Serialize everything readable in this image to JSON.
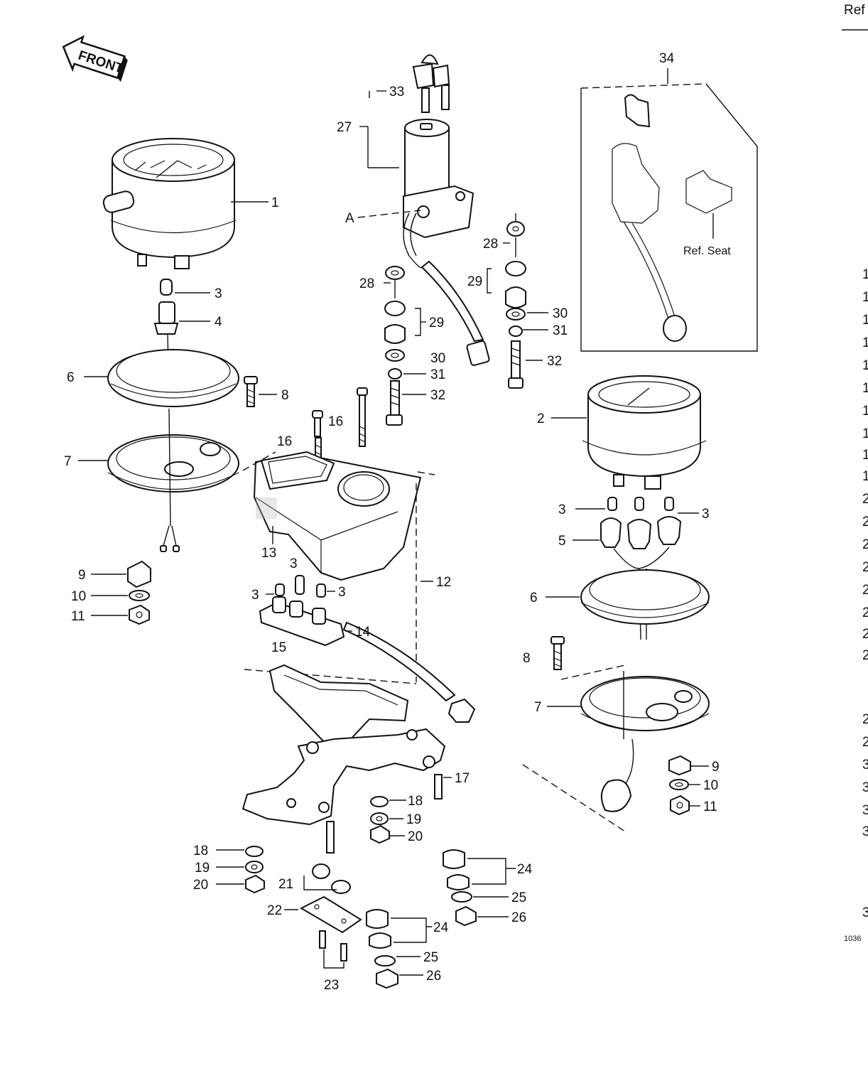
{
  "header": {
    "ref_partial": "Ref"
  },
  "front_badge": {
    "text": "FRONT"
  },
  "ref_seat": "Ref. Seat",
  "point_a": "A",
  "callouts": {
    "c1": "1",
    "c2": "2",
    "c3a": "3",
    "c3b": "3",
    "c3c": "3",
    "c3d": "3",
    "c3e": "3",
    "c3f": "3",
    "c4": "4",
    "c5": "5",
    "c6a": "6",
    "c6b": "6",
    "c7a": "7",
    "c7b": "7",
    "c8a": "8",
    "c8b": "8",
    "c9a": "9",
    "c9b": "9",
    "c10a": "10",
    "c10b": "10",
    "c11a": "11",
    "c11b": "11",
    "c12": "12",
    "c13": "13",
    "c14": "14",
    "c15": "15",
    "c16a": "16",
    "c16b": "16",
    "c17": "17",
    "c18a": "18",
    "c18b": "18",
    "c19a": "19",
    "c19b": "19",
    "c20a": "20",
    "c20b": "20",
    "c21": "21",
    "c22": "22",
    "c23": "23",
    "c24a": "24",
    "c24b": "24",
    "c25a": "25",
    "c25b": "25",
    "c26a": "26",
    "c26b": "26",
    "c27": "27",
    "c28a": "28",
    "c28b": "28",
    "c29a": "29",
    "c29b": "29",
    "c30a": "30",
    "c30b": "30",
    "c31a": "31",
    "c31b": "31",
    "c32a": "32",
    "c32b": "32",
    "c33": "33",
    "c34": "34"
  },
  "side_list": {
    "items": [
      "1",
      "1",
      "1",
      "1",
      "1",
      "1",
      "1",
      "1",
      "1",
      "1",
      "2",
      "2",
      "2",
      "2",
      "2",
      "2",
      "2",
      "2",
      "2",
      "2",
      "3",
      "3",
      "3",
      "3",
      "3"
    ],
    "footer": "1036"
  }
}
